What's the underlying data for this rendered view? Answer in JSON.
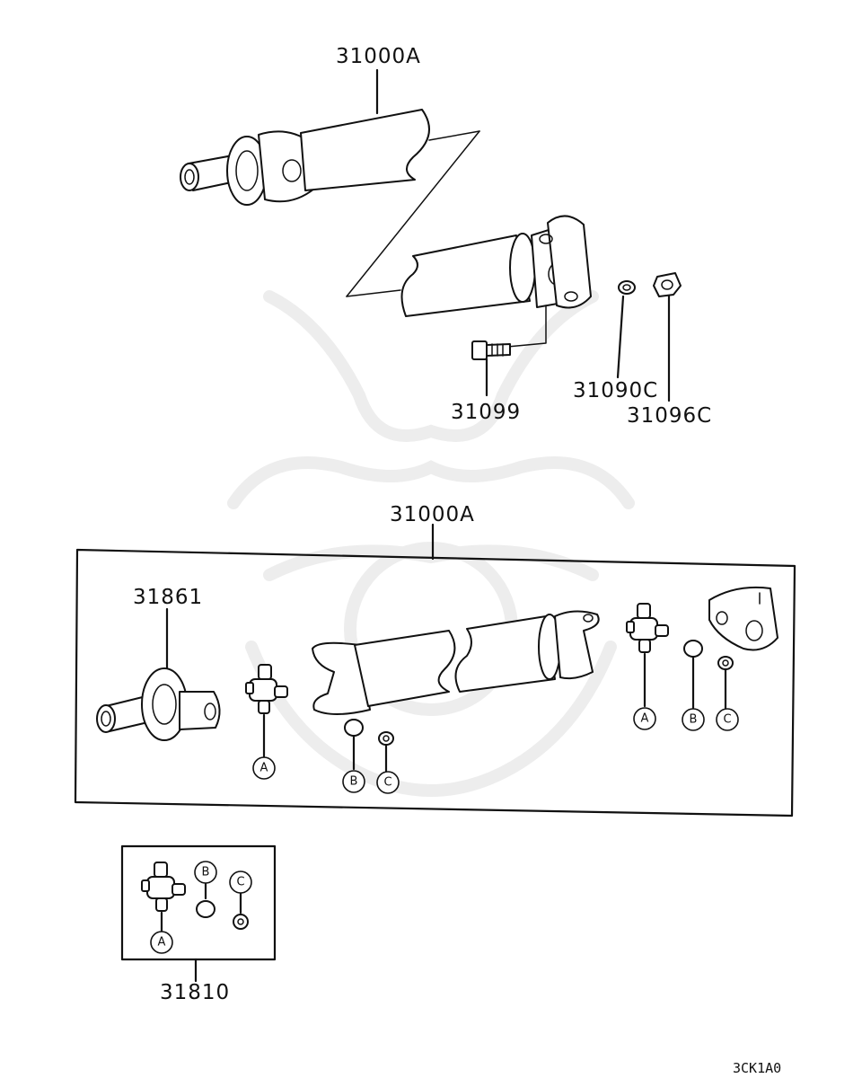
{
  "labels": {
    "top_assembly": "31000A",
    "bolt": "31099",
    "washer": "31090C",
    "nut": "31096C",
    "lower_assembly": "31000A",
    "center_bearing": "31861",
    "joint_kit": "31810"
  },
  "callouts": {
    "a": "A",
    "b": "B",
    "c": "C"
  },
  "diagram_code": "3CK1A0"
}
